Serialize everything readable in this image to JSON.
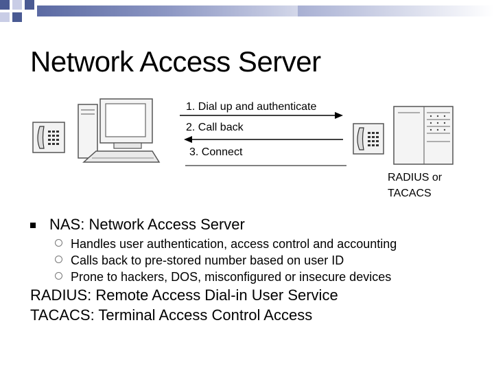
{
  "slide": {
    "title": "Network Access Server",
    "steps": [
      "1.  Dial up and authenticate",
      "2.  Call back",
      "3.  Connect"
    ],
    "server_label_line1": "RADIUS or",
    "server_label_line2": "TACACS",
    "bullet": "NAS: Network Access Server",
    "sub_bullets": [
      "Handles user authentication, access control and accounting",
      "Calls back to pre-stored number based on user ID",
      "Prone to hackers, DOS, misconfigured or insecure devices"
    ],
    "definitions": [
      "RADIUS: Remote Access Dial-in User Service",
      "TACACS: Terminal Access Control Access"
    ]
  },
  "colors": {
    "corner_dark": "#4a5a93",
    "corner_light": "#c9cde6",
    "bullet_square": "#000000",
    "bullet_ring": "#777777"
  },
  "icons": [
    "telephone-icon",
    "computer-icon",
    "telephone-icon",
    "server-icon"
  ]
}
